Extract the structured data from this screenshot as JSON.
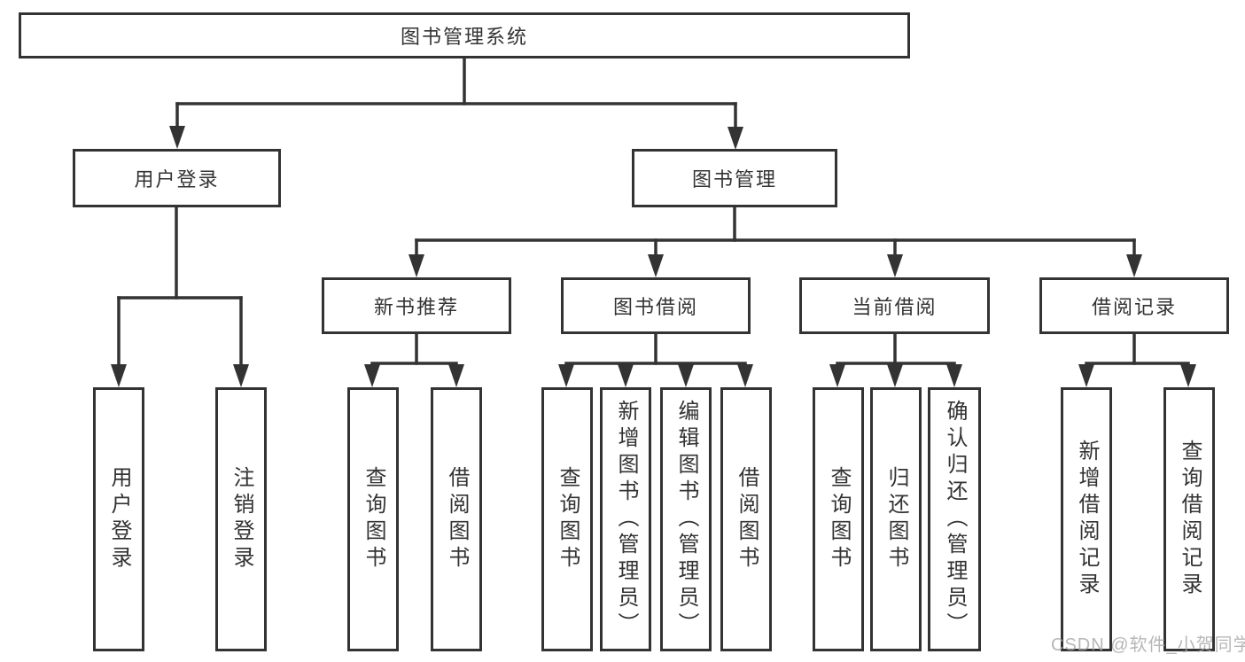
{
  "diagram": {
    "root": {
      "label": "图书管理系统"
    },
    "branches": [
      {
        "label": "用户登录",
        "children": [
          {
            "label": "用户登录"
          },
          {
            "label": "注销登录"
          }
        ]
      },
      {
        "label": "图书管理",
        "children": [
          {
            "label": "新书推荐",
            "children": [
              {
                "label": "查询图书"
              },
              {
                "label": "借阅图书"
              }
            ]
          },
          {
            "label": "图书借阅",
            "children": [
              {
                "label": "查询图书"
              },
              {
                "label": "新增图书（管理员）"
              },
              {
                "label": "编辑图书（管理员）"
              },
              {
                "label": "借阅图书"
              }
            ]
          },
          {
            "label": "当前借阅",
            "children": [
              {
                "label": "查询图书"
              },
              {
                "label": "归还图书"
              },
              {
                "label": "确认归还（管理员）"
              }
            ]
          },
          {
            "label": "借阅记录",
            "children": [
              {
                "label": "新增借阅记录"
              },
              {
                "label": "查询借阅记录"
              }
            ]
          }
        ]
      }
    ]
  },
  "watermark": {
    "text": "CSDN @软件_小贺同学"
  },
  "colors": {
    "line": "#333333",
    "box_border": "#333333",
    "box_fill": "#ffffff",
    "text": "#333333",
    "watermark": "#a5a5a5"
  }
}
